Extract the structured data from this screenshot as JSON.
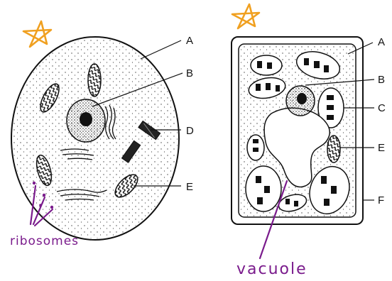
{
  "labels": {
    "animal": [
      "A",
      "B",
      "D",
      "E"
    ],
    "plant": [
      "A",
      "B",
      "C",
      "E",
      "F"
    ]
  },
  "annotations": {
    "ribosomes": "ribosomes",
    "vacuole": "vacuole"
  },
  "colors": {
    "ink": "#111111",
    "annotation": "#7a1b8c",
    "star": "#f0a020"
  }
}
